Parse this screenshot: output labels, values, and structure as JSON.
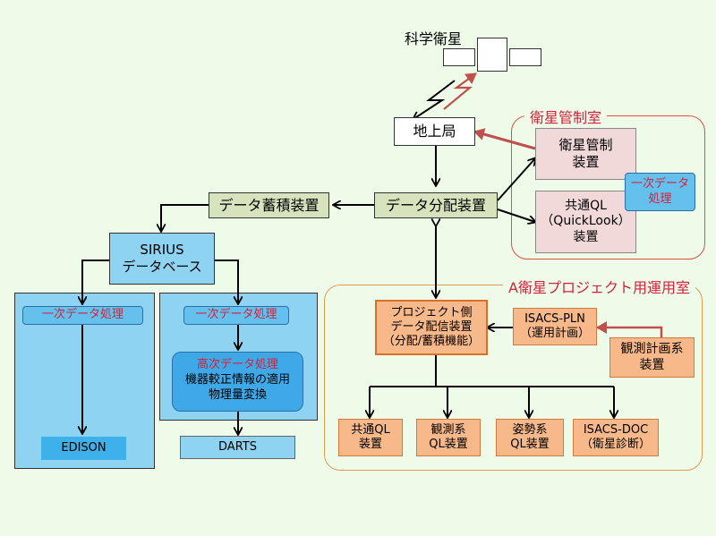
{
  "satellite": {
    "label": "科学衛星"
  },
  "ground_station": {
    "label": "地上局"
  },
  "control_room": {
    "title": "衛星管制室",
    "control_device": "衛星管制\n装置",
    "common_ql": "共通QL\n（QuickLook）\n装置",
    "primary_processing": "一次データ\n処理"
  },
  "distribution": {
    "label": "データ分配装置"
  },
  "storage": {
    "label": "データ蓄積装置"
  },
  "sirius": {
    "label": "SIRIUS\nデータベース"
  },
  "edison_panel": {
    "processing": "一次データ処理",
    "name": "EDISON"
  },
  "darts_panel": {
    "processing": "一次データ処理",
    "higher_title": "高次データ処理",
    "higher_body": "機器較正情報の適用\n物理量変換",
    "name": "DARTS"
  },
  "project_room": {
    "title": "A衛星プロジェクト用運用室",
    "delivery": "プロジェクト側\nデータ配信装置\n（分配/蓄積機能）",
    "isacs_pln": "ISACS-PLN\n（運用計画）",
    "observation_planning": "観測計画系\n装置",
    "outputs": [
      "共通QL\n装置",
      "観測系\nQL装置",
      "姿勢系\nQL装置",
      "ISACS-DOC\n（衛星診断）"
    ]
  },
  "colors": {
    "background": "#eefbe9",
    "accent_red": "#d4203a",
    "arrow_red": "#c0504d"
  }
}
